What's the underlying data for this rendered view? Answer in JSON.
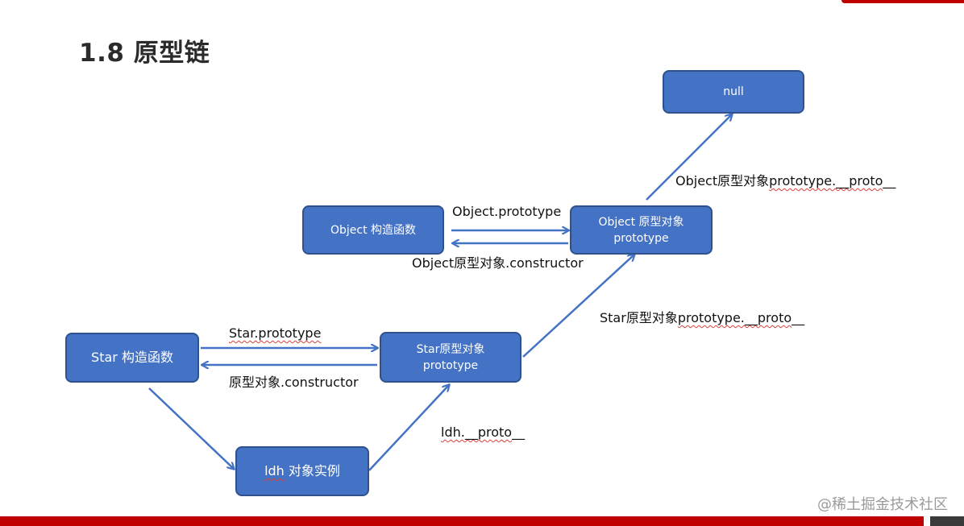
{
  "slide": {
    "title": "1.8 原型链",
    "watermark": "@稀土掘金技术社区",
    "colors": {
      "box_fill": "#4472c4",
      "arrow": "#4472c4",
      "accent": "#c00000"
    }
  },
  "nodes": {
    "null_box": {
      "line1": "null"
    },
    "object_constructor": {
      "line1": "Object 构造函数"
    },
    "object_prototype": {
      "line1": "Object 原型对象",
      "line2": "prototype"
    },
    "star_constructor": {
      "line1": "Star 构造函数"
    },
    "star_prototype": {
      "line1": "Star原型对象",
      "line2": "prototype"
    },
    "ldh_instance": {
      "word": "ldh",
      "rest": " 对象实例"
    }
  },
  "edges": {
    "object_proto_to_null": {
      "pre": "Object原型对象",
      "mid": "prototype.__proto",
      "post": "__"
    },
    "object_to_prototype": "Object.prototype",
    "object_prototype_constructor": "Object原型对象.constructor",
    "star_proto_to_object_proto": {
      "pre": "Star原型对象",
      "mid": "prototype.__proto",
      "post": "__"
    },
    "star_to_prototype": {
      "mid": "Star.prototype"
    },
    "star_prototype_constructor": "原型对象.constructor",
    "ldh_proto": {
      "mid": "ldh.__proto",
      "post": "__"
    }
  }
}
